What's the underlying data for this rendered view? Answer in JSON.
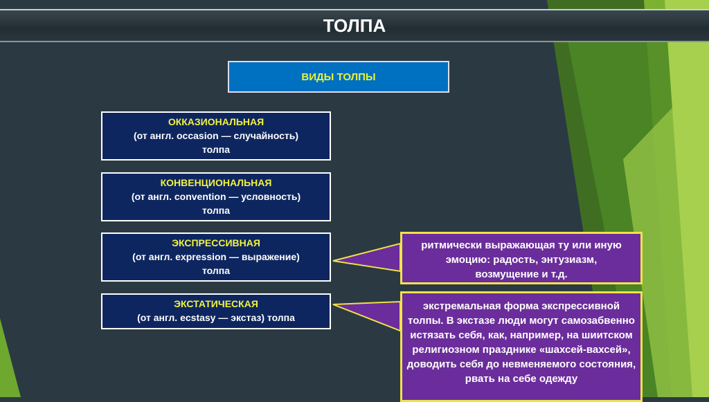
{
  "title": "ТОЛПА",
  "kinds_label": "ВИДЫ ТОЛПЫ",
  "types": [
    {
      "name": "ОККАЗИОНАЛЬНАЯ",
      "desc": "(от англ. occasion — случайность)",
      "tail": "толпа"
    },
    {
      "name": "КОНВЕНЦИОНАЛЬНАЯ",
      "desc": "(от англ. convention — условность)",
      "tail": "толпа"
    },
    {
      "name": "ЭКСПРЕССИВНАЯ",
      "desc": "(от англ. expression — выражение)",
      "tail": "толпа"
    },
    {
      "name": "ЭКСТАТИЧЕСКАЯ",
      "desc": "(от англ. ecstasy — экстаз) толпа"
    }
  ],
  "callouts": [
    "ритмически выражающая ту или иную эмоцию: радость, энтузиазм, возмущение и т.д.",
    "экстремальная форма экспрессивной толпы. В экстазе люди могут самозабвенно истязать себя, как, например, на шиитском религиозном празднике «шахсей-вахсей», доводить себя до невменяемого состояния, рвать на себе одежду"
  ],
  "colors": {
    "bg": "#2b3a42",
    "accent_green": "#8dc63f",
    "callout": "#6b2d9b",
    "type_box": "#0e2660"
  }
}
